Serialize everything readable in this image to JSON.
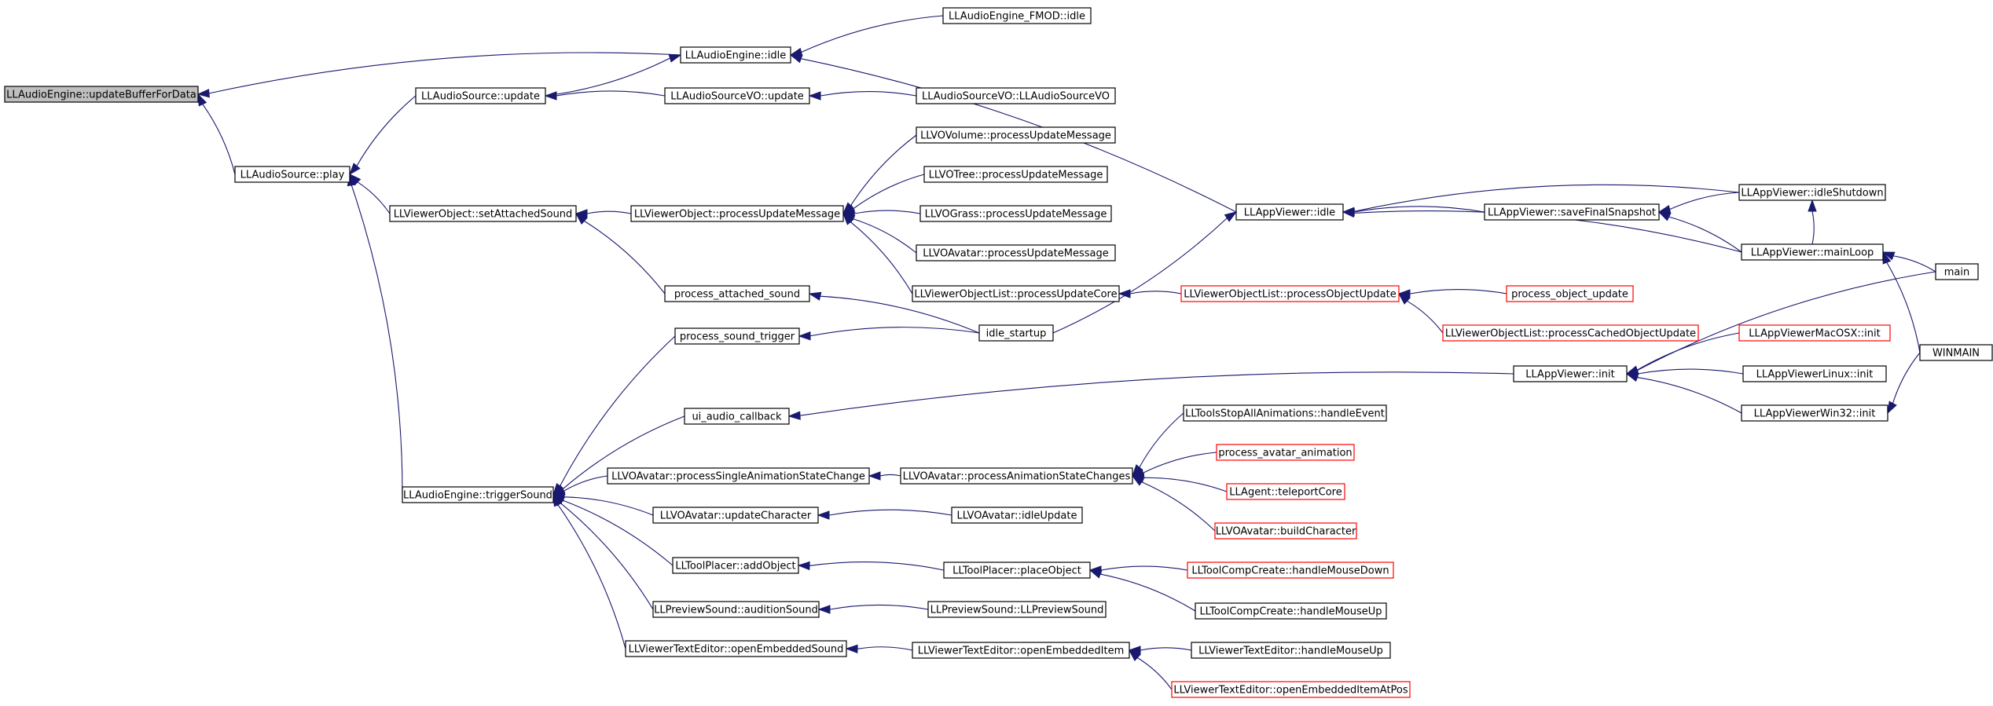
{
  "graph": {
    "nodes": [
      {
        "id": "updateBuffer",
        "label": "LLAudioEngine::updateBufferForData",
        "style": "root"
      },
      {
        "id": "engineIdle",
        "label": "LLAudioEngine::idle",
        "style": "normal"
      },
      {
        "id": "fmodIdle",
        "label": "LLAudioEngine_FMOD::idle",
        "style": "normal"
      },
      {
        "id": "srcUpdate",
        "label": "LLAudioSource::update",
        "style": "normal"
      },
      {
        "id": "srcVOUpdate",
        "label": "LLAudioSourceVO::update",
        "style": "normal"
      },
      {
        "id": "srcVOCtor",
        "label": "LLAudioSourceVO::LLAudioSourceVO",
        "style": "normal"
      },
      {
        "id": "srcPlay",
        "label": "LLAudioSource::play",
        "style": "normal"
      },
      {
        "id": "setAttached",
        "label": "LLViewerObject::setAttachedSound",
        "style": "normal"
      },
      {
        "id": "procUpdMsg",
        "label": "LLViewerObject::processUpdateMessage",
        "style": "normal"
      },
      {
        "id": "voVolume",
        "label": "LLVOVolume::processUpdateMessage",
        "style": "normal"
      },
      {
        "id": "voTree",
        "label": "LLVOTree::processUpdateMessage",
        "style": "normal"
      },
      {
        "id": "voGrass",
        "label": "LLVOGrass::processUpdateMessage",
        "style": "normal"
      },
      {
        "id": "voAvatarMsg",
        "label": "LLVOAvatar::processUpdateMessage",
        "style": "normal"
      },
      {
        "id": "procAttached",
        "label": "process_attached_sound",
        "style": "normal"
      },
      {
        "id": "listCore",
        "label": "LLViewerObjectList::processUpdateCore",
        "style": "normal"
      },
      {
        "id": "appIdle",
        "label": "LLAppViewer::idle",
        "style": "normal"
      },
      {
        "id": "saveSnap",
        "label": "LLAppViewer::saveFinalSnapshot",
        "style": "normal"
      },
      {
        "id": "idleShutdown",
        "label": "LLAppViewer::idleShutdown",
        "style": "normal"
      },
      {
        "id": "mainLoop",
        "label": "LLAppViewer::mainLoop",
        "style": "normal"
      },
      {
        "id": "main",
        "label": "main",
        "style": "normal"
      },
      {
        "id": "listObjUpd",
        "label": "LLViewerObjectList::processObjectUpdate",
        "style": "truncated"
      },
      {
        "id": "procObjUpd",
        "label": "process_object_update",
        "style": "truncated"
      },
      {
        "id": "cachedObjUpd",
        "label": "LLViewerObjectList::processCachedObjectUpdate",
        "style": "truncated"
      },
      {
        "id": "procSoundTrig",
        "label": "process_sound_trigger",
        "style": "normal"
      },
      {
        "id": "idleStartup",
        "label": "idle_startup",
        "style": "normal"
      },
      {
        "id": "macInit",
        "label": "LLAppViewerMacOSX::init",
        "style": "truncated"
      },
      {
        "id": "winmain",
        "label": "WINMAIN",
        "style": "normal"
      },
      {
        "id": "appInit",
        "label": "LLAppViewer::init",
        "style": "normal"
      },
      {
        "id": "linuxInit",
        "label": "LLAppViewerLinux::init",
        "style": "normal"
      },
      {
        "id": "win32Init",
        "label": "LLAppViewerWin32::init",
        "style": "normal"
      },
      {
        "id": "uiCallback",
        "label": "ui_audio_callback",
        "style": "normal"
      },
      {
        "id": "stopAll",
        "label": "LLToolsStopAllAnimations::handleEvent",
        "style": "normal"
      },
      {
        "id": "procAvAnim",
        "label": "process_avatar_animation",
        "style": "truncated"
      },
      {
        "id": "trigSound",
        "label": "LLAudioEngine::triggerSound",
        "style": "normal"
      },
      {
        "id": "singleAnim",
        "label": "LLVOAvatar::processSingleAnimationStateChange",
        "style": "normal"
      },
      {
        "id": "animChanges",
        "label": "LLVOAvatar::processAnimationStateChanges",
        "style": "normal"
      },
      {
        "id": "teleport",
        "label": "LLAgent::teleportCore",
        "style": "truncated"
      },
      {
        "id": "updChar",
        "label": "LLVOAvatar::updateCharacter",
        "style": "normal"
      },
      {
        "id": "avIdleUpd",
        "label": "LLVOAvatar::idleUpdate",
        "style": "normal"
      },
      {
        "id": "buildChar",
        "label": "LLVOAvatar::buildCharacter",
        "style": "truncated"
      },
      {
        "id": "addObject",
        "label": "LLToolPlacer::addObject",
        "style": "normal"
      },
      {
        "id": "placeObject",
        "label": "LLToolPlacer::placeObject",
        "style": "normal"
      },
      {
        "id": "compDown",
        "label": "LLToolCompCreate::handleMouseDown",
        "style": "truncated"
      },
      {
        "id": "compUp",
        "label": "LLToolCompCreate::handleMouseUp",
        "style": "normal"
      },
      {
        "id": "audition",
        "label": "LLPreviewSound::auditionSound",
        "style": "normal"
      },
      {
        "id": "prevSound",
        "label": "LLPreviewSound::LLPreviewSound",
        "style": "normal"
      },
      {
        "id": "openEmbSound",
        "label": "LLViewerTextEditor::openEmbeddedSound",
        "style": "normal"
      },
      {
        "id": "openEmbItem",
        "label": "LLViewerTextEditor::openEmbeddedItem",
        "style": "normal"
      },
      {
        "id": "teMouseUp",
        "label": "LLViewerTextEditor::handleMouseUp",
        "style": "normal"
      },
      {
        "id": "openEmbAtPos",
        "label": "LLViewerTextEditor::openEmbeddedItemAtPos",
        "style": "truncated"
      }
    ],
    "edges": [
      [
        "engineIdle",
        "updateBuffer"
      ],
      [
        "srcPlay",
        "updateBuffer"
      ],
      [
        "fmodIdle",
        "engineIdle"
      ],
      [
        "srcUpdate",
        "engineIdle"
      ],
      [
        "appIdle",
        "engineIdle"
      ],
      [
        "srcVOUpdate",
        "srcUpdate"
      ],
      [
        "srcVOCtor",
        "srcVOUpdate"
      ],
      [
        "srcUpdate",
        "srcPlay"
      ],
      [
        "setAttached",
        "srcPlay"
      ],
      [
        "trigSound",
        "srcPlay"
      ],
      [
        "procUpdMsg",
        "setAttached"
      ],
      [
        "procAttached",
        "setAttached"
      ],
      [
        "voVolume",
        "procUpdMsg"
      ],
      [
        "voTree",
        "procUpdMsg"
      ],
      [
        "voGrass",
        "procUpdMsg"
      ],
      [
        "voAvatarMsg",
        "procUpdMsg"
      ],
      [
        "listCore",
        "procUpdMsg"
      ],
      [
        "listObjUpd",
        "listCore"
      ],
      [
        "procObjUpd",
        "listObjUpd"
      ],
      [
        "cachedObjUpd",
        "listObjUpd"
      ],
      [
        "idleStartup",
        "procAttached"
      ],
      [
        "idleStartup",
        "procSoundTrig"
      ],
      [
        "idleStartup",
        "appIdle"
      ],
      [
        "saveSnap",
        "appIdle"
      ],
      [
        "idleShutdown",
        "appIdle"
      ],
      [
        "mainLoop",
        "appIdle"
      ],
      [
        "idleShutdown",
        "saveSnap"
      ],
      [
        "mainLoop",
        "saveSnap"
      ],
      [
        "mainLoop",
        "idleShutdown"
      ],
      [
        "main",
        "mainLoop"
      ],
      [
        "winmain",
        "mainLoop"
      ],
      [
        "main",
        "appInit"
      ],
      [
        "macInit",
        "appInit"
      ],
      [
        "linuxInit",
        "appInit"
      ],
      [
        "win32Init",
        "appInit"
      ],
      [
        "winmain",
        "win32Init"
      ],
      [
        "appInit",
        "uiCallback"
      ],
      [
        "procSoundTrig",
        "trigSound"
      ],
      [
        "uiCallback",
        "trigSound"
      ],
      [
        "singleAnim",
        "trigSound"
      ],
      [
        "updChar",
        "trigSound"
      ],
      [
        "addObject",
        "trigSound"
      ],
      [
        "audition",
        "trigSound"
      ],
      [
        "openEmbSound",
        "trigSound"
      ],
      [
        "animChanges",
        "singleAnim"
      ],
      [
        "stopAll",
        "animChanges"
      ],
      [
        "procAvAnim",
        "animChanges"
      ],
      [
        "teleport",
        "animChanges"
      ],
      [
        "buildChar",
        "animChanges"
      ],
      [
        "avIdleUpd",
        "updChar"
      ],
      [
        "placeObject",
        "addObject"
      ],
      [
        "compDown",
        "placeObject"
      ],
      [
        "compUp",
        "placeObject"
      ],
      [
        "prevSound",
        "audition"
      ],
      [
        "openEmbItem",
        "openEmbSound"
      ],
      [
        "teMouseUp",
        "openEmbItem"
      ],
      [
        "openEmbAtPos",
        "openEmbItem"
      ]
    ]
  },
  "colors": {
    "edge": "#191970",
    "root_fill": "#bfbfbf",
    "normal_border": "#000000",
    "truncated_border": "#ff0000"
  }
}
